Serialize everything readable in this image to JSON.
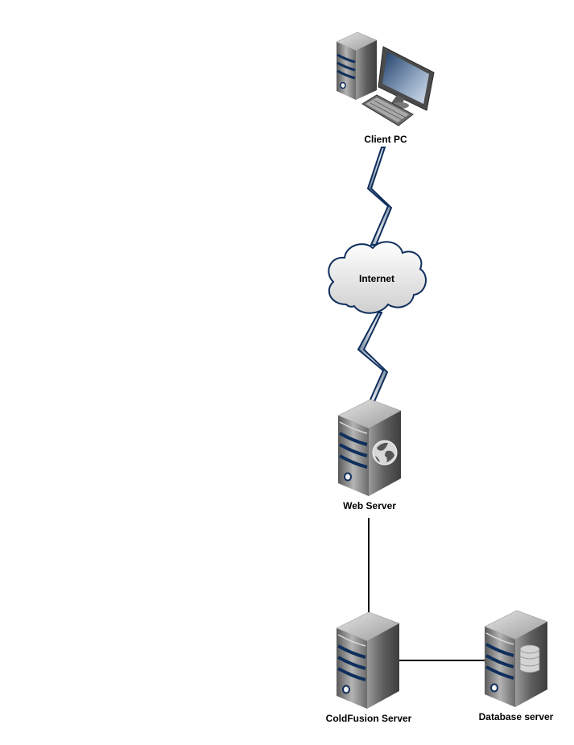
{
  "diagram": {
    "nodes": {
      "client_pc": {
        "label": "Client PC",
        "icon": "desktop-computer-icon"
      },
      "internet": {
        "label": "Internet",
        "icon": "cloud-icon"
      },
      "web_server": {
        "label": "Web Server",
        "icon": "web-server-icon"
      },
      "coldfusion_server": {
        "label": "ColdFusion Server",
        "icon": "server-icon"
      },
      "database_server": {
        "label": "Database server",
        "icon": "database-server-icon"
      }
    },
    "connections": [
      {
        "from": "Client PC",
        "to": "Internet",
        "style": "lightning"
      },
      {
        "from": "Internet",
        "to": "Web Server",
        "style": "lightning"
      },
      {
        "from": "Web Server",
        "to": "ColdFusion Server",
        "style": "line"
      },
      {
        "from": "ColdFusion Server",
        "to": "Database server",
        "style": "line"
      }
    ],
    "colors": {
      "accent": "#0f2f5c",
      "server_body": "#6e6e6e",
      "line": "#000000",
      "cloud_fill": "#e6e6e6"
    }
  }
}
